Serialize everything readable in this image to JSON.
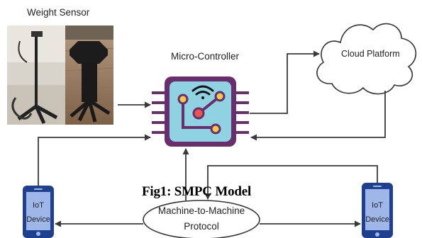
{
  "labels": {
    "weight_sensor": "Weight Sensor",
    "micro_controller": "Micro-Controller",
    "cloud_platform": "Cloud Platform",
    "m2m_line1": "Machine-to-Machine",
    "m2m_line2": "Protocol",
    "iot_left_line1": "IoT",
    "iot_left_line2": "Device",
    "iot_right_line1": "IoT",
    "iot_right_line2": "Device"
  },
  "caption": "Fig1: SMPC Model",
  "icons": {
    "sensor_photo": "weight-sensor-photo",
    "chip": "microcontroller-chip",
    "wifi": "wifi-icon",
    "cloud": "cloud-icon",
    "phone": "phone-icon"
  },
  "colors": {
    "chip_body": "#6a2d6e",
    "chip_die": "#8fd3e3",
    "chip_dot_yellow": "#f5c84a",
    "chip_dot_red": "#e8574b",
    "phone_body": "#1f3f8f",
    "phone_screen": "#9fb7e8",
    "arrows": "#3a3a3a"
  }
}
